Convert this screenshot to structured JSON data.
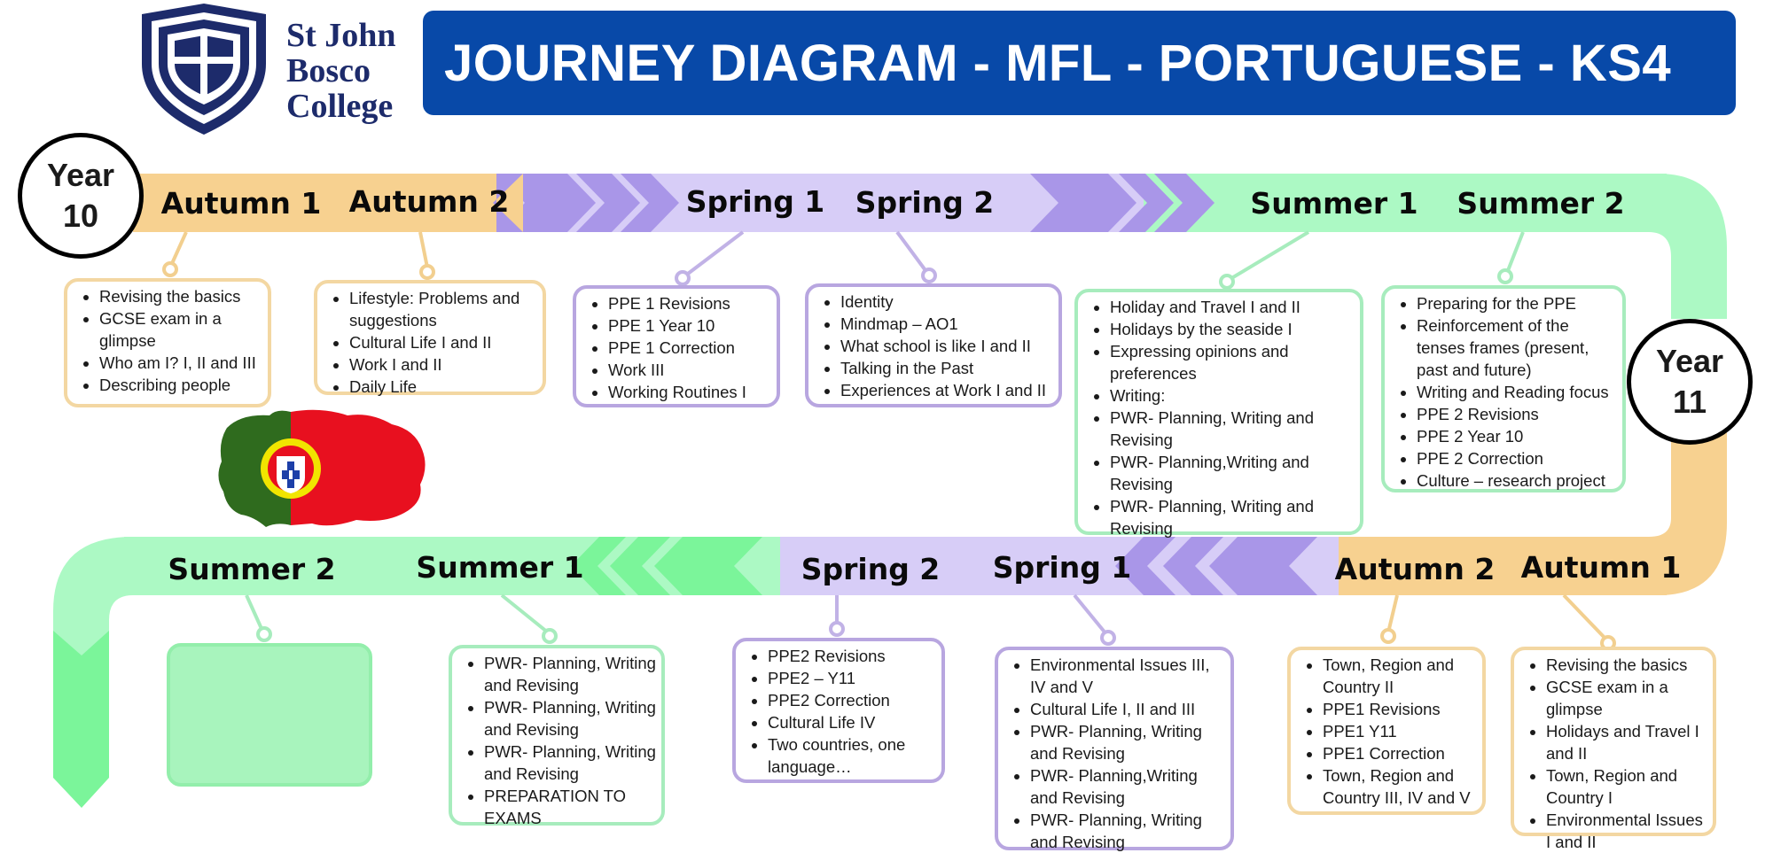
{
  "header": {
    "title": "JOURNEY DIAGRAM - MFL - PORTUGUESE - KS4"
  },
  "logo": {
    "line1": "St John",
    "line2": "Bosco",
    "line3": "College"
  },
  "years": {
    "year10": {
      "line1": "Year",
      "line2": "10"
    },
    "year11": {
      "line1": "Year",
      "line2": "11"
    }
  },
  "terms_top": [
    "Autumn 1",
    "Autumn 2",
    "Spring 1",
    "Spring 2",
    "Summer 1",
    "Summer 2"
  ],
  "terms_bottom": [
    "Summer 2",
    "Summer 1",
    "Spring 2",
    "Spring 1",
    "Autumn 2",
    "Autumn 1"
  ],
  "boxes_top": [
    [
      "Revising the basics",
      "GCSE exam in a glimpse",
      "Who am I? I, II and III",
      "Describing people"
    ],
    [
      "Lifestyle: Problems and suggestions",
      "Cultural Life I and II",
      "Work I and II",
      "Daily Life"
    ],
    [
      "PPE 1 Revisions",
      "PPE 1 Year 10",
      "PPE 1 Correction",
      "Work III",
      "Working Routines I"
    ],
    [
      "Identity",
      "Mindmap – AO1",
      "What school is like I and II",
      "Talking in the Past",
      "Experiences at Work I and II"
    ],
    [
      "Holiday and Travel I and II",
      "Holidays by the seaside I",
      "Expressing opinions and preferences",
      "Writing:",
      "PWR- Planning, Writing and Revising",
      "PWR- Planning,Writing and Revising",
      "PWR- Planning, Writing and Revising"
    ],
    [
      "Preparing for the PPE",
      "Reinforcement of the tenses frames (present, past and future)",
      "Writing and Reading focus",
      "PPE 2 Revisions",
      "PPE 2 Year 10",
      "PPE 2 Correction",
      "Culture – research project"
    ]
  ],
  "boxes_bottom": [
    [],
    [
      "PWR- Planning, Writing and Revising",
      "PWR- Planning, Writing and Revising",
      "PWR- Planning, Writing and Revising",
      "PREPARATION TO EXAMS"
    ],
    [
      "PPE2 Revisions",
      "PPE2 – Y11",
      "PPE2 Correction",
      "Cultural Life IV",
      "Two countries, one language…"
    ],
    [
      "Environmental Issues III, IV and V",
      "Cultural Life I, II and III",
      "PWR- Planning, Writing and Revising",
      "PWR- Planning,Writing and Revising",
      "PWR- Planning, Writing and Revising"
    ],
    [
      "Town, Region and Country II",
      "PPE1 Revisions",
      "PPE1 Y11",
      "PPE1 Correction",
      "Town, Region and Country III, IV and V"
    ],
    [
      "Revising the basics",
      "GCSE exam in a glimpse",
      "Holidays and Travel I and II",
      "Town, Region and Country I",
      "Environmental Issues I and II"
    ]
  ],
  "colors": {
    "header_blue": "#0849a8",
    "logo_navy": "#1d2b6b",
    "autumn_orange": "#f7d190",
    "spring_lilac": "#d7cdf7",
    "spring_chevron": "#a996e8",
    "summer_green": "#acf9c4",
    "summer_chevron": "#7bf59a",
    "flag_green": "#2f6b1e",
    "flag_red": "#e8101f"
  },
  "icons": {
    "logo": "shield-cross-icon",
    "flag": "portugal-flag-icon"
  }
}
